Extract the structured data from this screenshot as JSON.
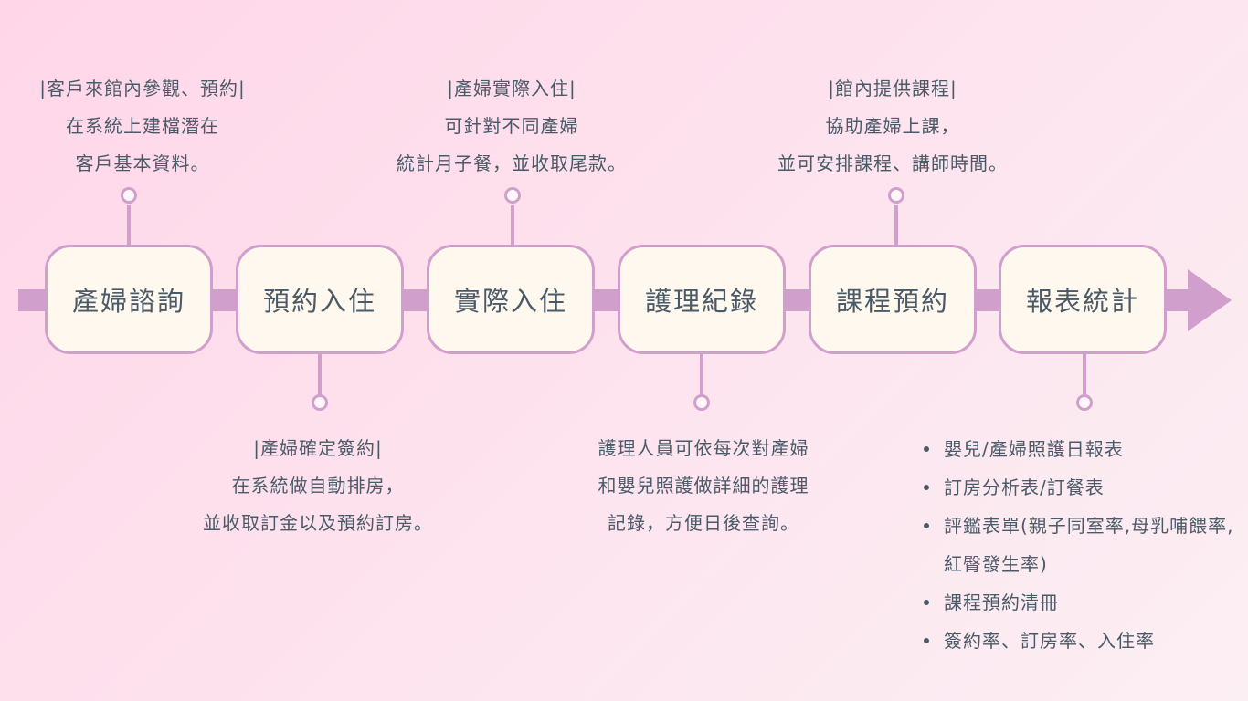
{
  "colors": {
    "accent": "#d09fcc",
    "box_fill": "#fff8ee",
    "text": "#4a5a68",
    "background_start": "#ffd6e8",
    "background_end": "#fceff3"
  },
  "steps": [
    {
      "label": "產婦諮詢"
    },
    {
      "label": "預約入住"
    },
    {
      "label": "實際入住"
    },
    {
      "label": "護理紀錄"
    },
    {
      "label": "課程預約"
    },
    {
      "label": "報表統計"
    }
  ],
  "annotations": {
    "consult": [
      "|客戶來館內參觀、預約|",
      "在系統上建檔潛在",
      "客戶基本資料。"
    ],
    "booking": [
      "|產婦確定簽約|",
      "在系統做自動排房，",
      "並收取訂金以及預約訂房。"
    ],
    "checkin": [
      "|產婦實際入住|",
      "可針對不同產婦",
      "統計月子餐，並收取尾款。"
    ],
    "nursing": [
      "護理人員可依每次對產婦",
      "和嬰兒照護做詳細的護理",
      "記錄，方便日後查詢。"
    ],
    "course": [
      "|館內提供課程|",
      "協助產婦上課，",
      "並可安排課程、講師時間。"
    ],
    "report_items": [
      "嬰兒/產婦照護日報表",
      "訂房分析表/訂餐表",
      "評鑑表單(親子同室率,母乳哺餵率,紅臀發生率)",
      "課程預約清冊",
      "簽約率、訂房率、入住率"
    ]
  }
}
